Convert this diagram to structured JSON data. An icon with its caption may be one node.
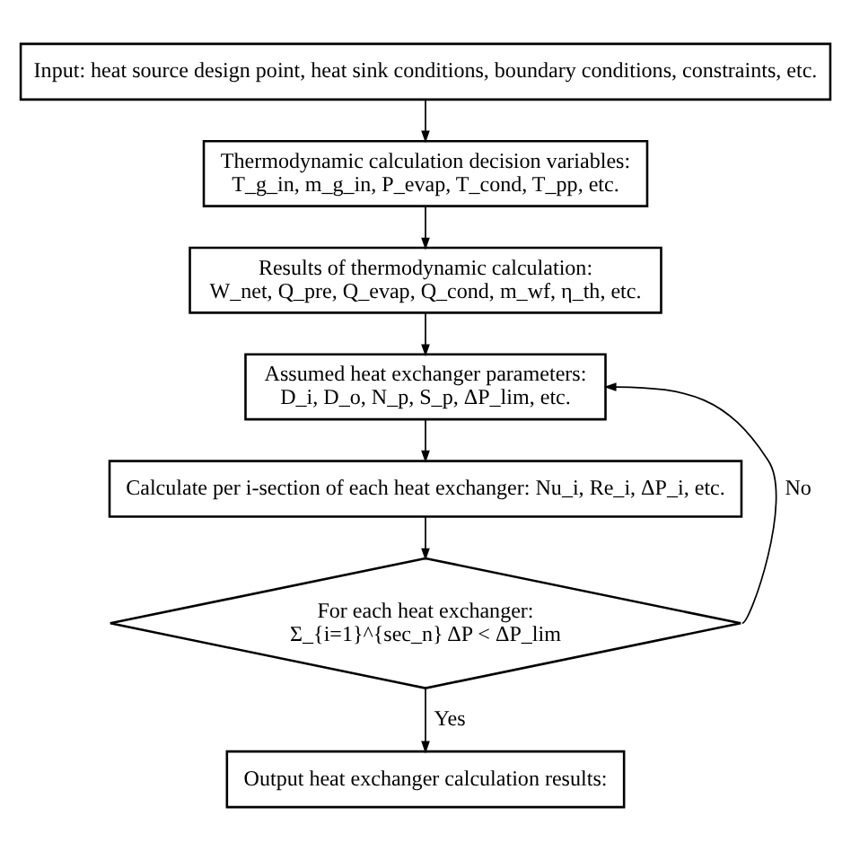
{
  "diagram": {
    "nodes": [
      {
        "text": [
          "Input: heat source design point, heat sink conditions, boundary conditions, constraints, etc."
        ]
      },
      {
        "text": [
          "Thermodynamic calculation decision variables:",
          "T_g_in, m_g_in, P_evap, T_cond, T_pp, etc."
        ]
      },
      {
        "text": [
          "Results of thermodynamic calculation:",
          "W_net, Q_pre, Q_evap, Q_cond, m_wf, η_th, etc."
        ]
      },
      {
        "text": [
          "Assumed heat exchanger parameters:",
          "D_i, D_o, N_p, S_p, ΔP_lim, etc."
        ]
      },
      {
        "text": [
          "Calculate per i-section of each heat exchanger: Nu_i, Re_i, ΔP_i, etc."
        ]
      },
      {
        "text": [
          "For each heat exchanger:",
          "Σ_{i=1}^{sec_n} ΔP < ΔP_lim"
        ]
      },
      {
        "text": [
          "Output heat exchanger calculation results:"
        ]
      }
    ],
    "edges": [
      {
        "from": 0,
        "to": 1,
        "arrow": "to"
      },
      {
        "from": 1,
        "to": 2,
        "arrow": "to"
      },
      {
        "from": 2,
        "to": 3,
        "arrow": "to"
      },
      {
        "from": 3,
        "to": 4,
        "arrow": "to"
      },
      {
        "from": 4,
        "to": 5,
        "arrow": "to"
      },
      {
        "from": 5,
        "to": 6,
        "arrow": "to",
        "label": "Yes"
      },
      {
        "from": 5,
        "to": 3,
        "arrow": "to",
        "label": "No"
      }
    ]
  }
}
